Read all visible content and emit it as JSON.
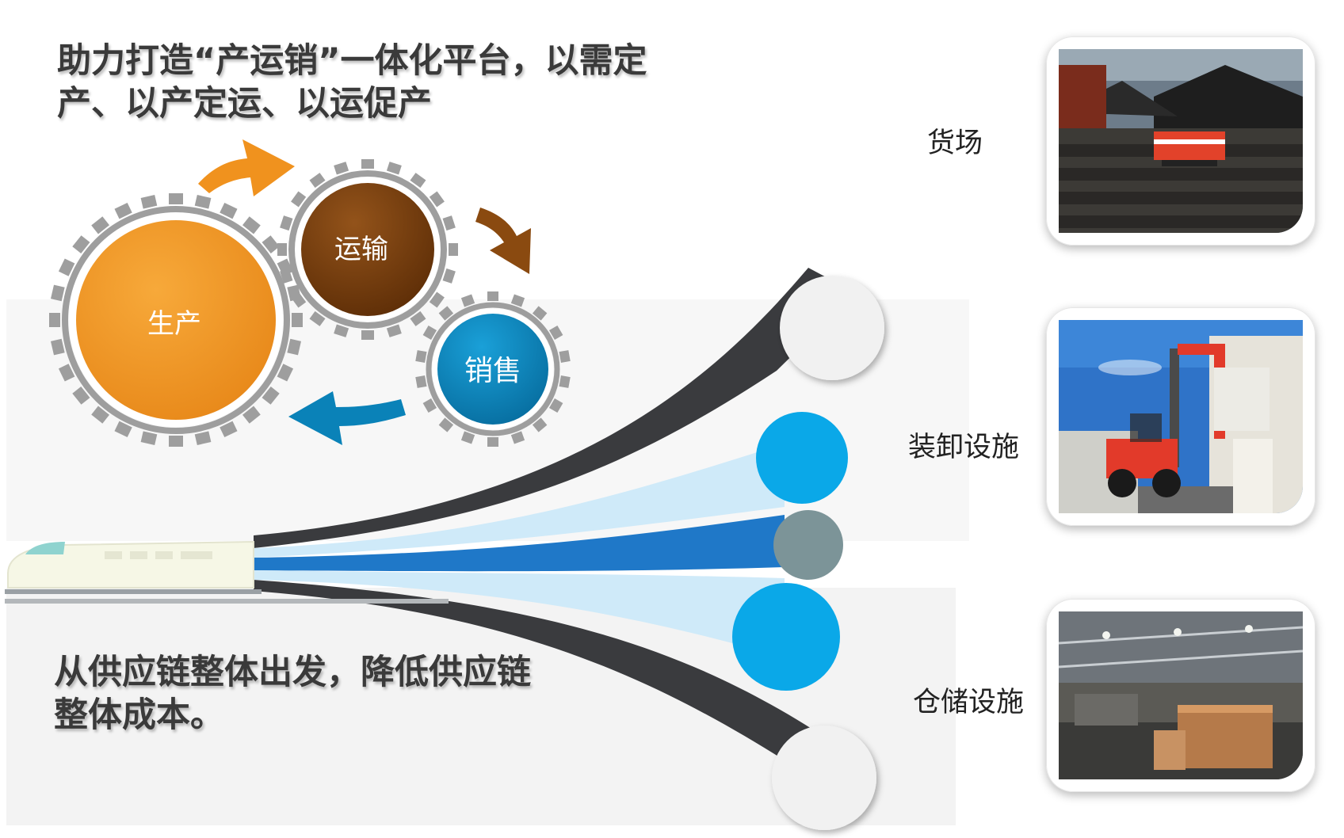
{
  "headline": "助力打造“产运销”一体化平台，以需定产、以产定运、以运促产",
  "subline": "从供应链整体出发，降低供应链整体成本。",
  "gears": [
    {
      "id": "production",
      "label": "生产",
      "color": "#f0921e"
    },
    {
      "id": "transport",
      "label": "运输",
      "color": "#7a3f0c"
    },
    {
      "id": "sales",
      "label": "销售",
      "color": "#0a82b8"
    }
  ],
  "photos": [
    {
      "id": "freight-yard",
      "label": "货场"
    },
    {
      "id": "loading-facility",
      "label": "装卸设施"
    },
    {
      "id": "storage-facility",
      "label": "仓储设施"
    }
  ],
  "colors": {
    "gear_ring": "#9e9e9e",
    "arrow_orange": "#f0921e",
    "arrow_brown": "#8a4a10",
    "arrow_blue": "#0a82b8",
    "band_dark": "#3a3b3e",
    "band_light": "#cfeaf9",
    "band_mid": "#2a8fd6",
    "band_center": "#1f78c8",
    "circle_light": "#f1f1f1",
    "circle_cyan": "#0aa8e8",
    "circle_gray": "#7c9498",
    "train_body": "#f6f7e6",
    "panel_bg": "#f4f4f4"
  }
}
